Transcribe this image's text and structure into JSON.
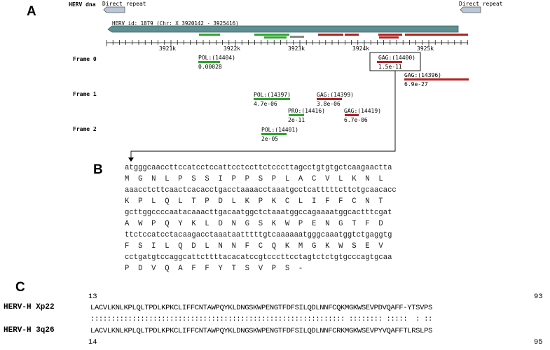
{
  "panelA": {
    "letter": "A",
    "track_label": "HERV dna",
    "direct_repeat_left": "Direct repeat",
    "direct_repeat_right": "Direct repeat",
    "herv_id": "HERV id: 1879 (Chr: X 3920142 - 3925416)",
    "ticks": [
      "3921k",
      "3922k",
      "3923k",
      "3924k",
      "3925k"
    ],
    "frames": {
      "frame0": "Frame 0",
      "frame1": "Frame 1",
      "frame2": "Frame 2"
    },
    "hits": [
      {
        "label": "POL:(14404)",
        "value": "0.00028",
        "color": "green"
      },
      {
        "label": "GAG:(14400)",
        "value": "1.5e-11",
        "color": "red"
      },
      {
        "label": "GAG:(14396)",
        "value": "6.9e-27",
        "color": "red"
      },
      {
        "label": "POL:(14397)",
        "value": "4.7e-06",
        "color": "green"
      },
      {
        "label": "GAG:(14399)",
        "value": "3.8e-06",
        "color": "red"
      },
      {
        "label": "PRO:(14416)",
        "value": "2e-11",
        "color": "green"
      },
      {
        "label": "GAG:(14419)",
        "value": "6.7e-06",
        "color": "red"
      },
      {
        "label": "POL:(14401)",
        "value": "2e-05",
        "color": "green"
      }
    ],
    "colors": {
      "green": "#2ea62e",
      "red": "#b22222",
      "herv_bar": "#5f8f90",
      "repeat": "#b8c8d8"
    }
  },
  "panelB": {
    "letter": "B",
    "lines": [
      "atgggcaaccttccatcctccattcctccttctcccttagcctgtgtgctcaagaactta",
      "M  G  N  L  P  S  S  I  P  P  S  P  L  A  C  V  L  K  N  L",
      "aaacctcttcaactcacacctgacctaaaacctaaatgcctcatttttcttctgcaacacc",
      "K  P  L  Q  L  T  P  D  L  K  P  K  C  L  I  F  F  C  N  T",
      "gcttggccccaatacaaacttgacaatggctctaaatggccagaaaatggcactttcgat",
      "A  W  P  Q  Y  K  L  D  N  G  S  K  W  P  E  N  G  T  F  D",
      "ttctccatcctacaagacctaaataatttttgtcaaaaaatgggcaaatggtctgaggtg",
      "F  S  I  L  Q  D  L  N  N  F  C  Q  K  M  G  K  W  S  E  V",
      "cctgatgtccaggcattcttttacacatccgtcccttcctagtctctgtgcccagtgcaa",
      "P  D  V  Q  A  F  F  Y  T  S  V  P  S  -"
    ]
  },
  "panelC": {
    "letter": "C",
    "top_start": "13",
    "top_end": "93",
    "bottom_start": "14",
    "bottom_end": "95",
    "name1": "HERV-H Xp22",
    "name2": "HERV-H 3q26",
    "seq1": "LACVLKNLKPLQLTPDLKPKCLIFFCNTAWPQYKLDNGSKWPENGTFDFSILQDLNNFCQKMGKWSEVPDVQAFF-YTSVPS",
    "match": "::::::::::::::::::::::::::::::::::::::::::::::::::::::::::::: :::::::: :::::  : ::",
    "seq2": "LACVLKNLKPLQLTPDLKPKCLIFFCNTAWPQYKLDNGSKWPENGTFDFSILQDLNNFCRKMGKWSEVPYVQAFFTLRSLPS"
  }
}
